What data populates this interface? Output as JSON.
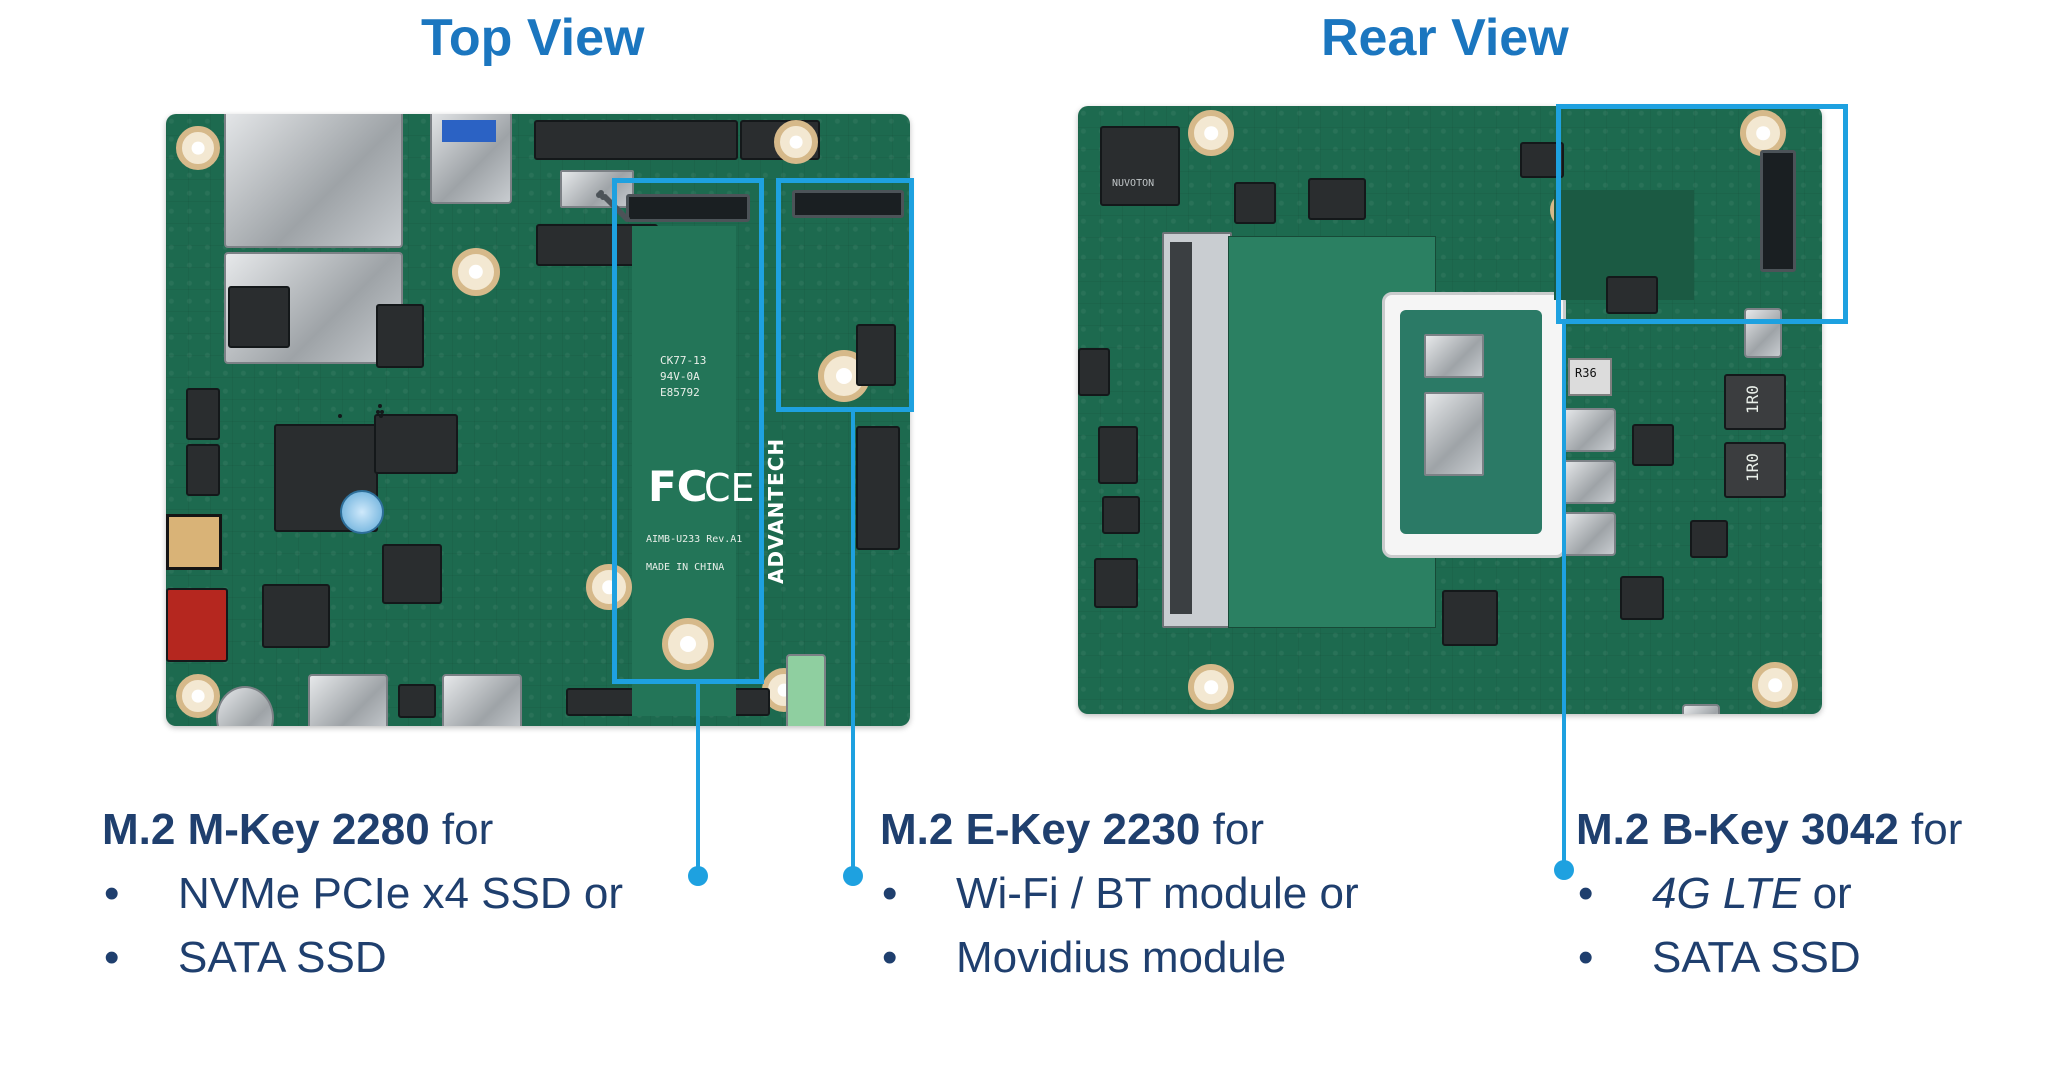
{
  "top_view": {
    "title": "Top View",
    "board_marks": {
      "brand": "ADVANTECH",
      "fcc": "FC",
      "ce": "CE",
      "code1": "CK77-13",
      "code2": "94V-0A",
      "code3": "E85792",
      "model": "AIMB-U233 Rev.A1",
      "made": "MADE IN CHINA"
    }
  },
  "rear_view": {
    "title": "Rear View",
    "board_marks": {
      "vendor": "NUVOTON",
      "r36": "R36",
      "ind1": "1R0",
      "ind2": "1R0"
    }
  },
  "callouts": [
    {
      "heading": "M.2 M-Key 2280",
      "suffix": " for",
      "items": [
        {
          "text": "NVMe PCIe x4 SSD or",
          "italic_part": "",
          "rest": ""
        },
        {
          "text": "SATA SSD",
          "italic_part": "",
          "rest": ""
        }
      ]
    },
    {
      "heading": "M.2 E-Key 2230",
      "suffix": " for",
      "items": [
        {
          "text": "Wi-Fi / BT module or"
        },
        {
          "text": "Movidius module"
        }
      ]
    },
    {
      "heading": "M.2 B-Key 3042",
      "suffix": " for",
      "items": [
        {
          "italic_part": "4G LTE",
          "rest": " or"
        },
        {
          "text": "SATA SSD"
        }
      ]
    }
  ],
  "colors": {
    "title_blue": "#1b76bf",
    "callout_text": "#1f3f6e",
    "highlight": "#1ea1e0",
    "pcb_green": "#1d6a4f"
  }
}
